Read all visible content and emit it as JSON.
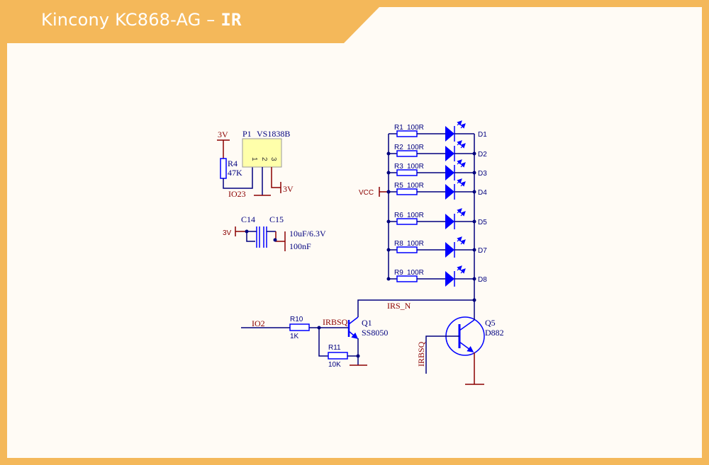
{
  "header": {
    "title_prefix": "Kincony KC868-AG – ",
    "title_bold": "IR"
  },
  "colors": {
    "frame": "#f4b85a",
    "background": "#fffbf5",
    "wire": "#00007f",
    "component": "#0000ff",
    "power": "#8b0000",
    "ic_fill": "#ffffaa"
  },
  "receiver": {
    "power_label": "3V",
    "resistor_ref": "R4",
    "resistor_value": "47K",
    "ic_ref": "P1",
    "ic_part": "VS1838B",
    "pins": [
      "1",
      "2",
      "3"
    ],
    "signal_net": "IO23",
    "pin3_power": "3V"
  },
  "caps": {
    "power_label": "3V",
    "c14_ref": "C14",
    "c15_ref": "C15",
    "c14_value": "10uF/6.3V",
    "c15_value": "100nF"
  },
  "led_array": {
    "vcc_label": "VCC",
    "rows": [
      {
        "res_ref": "R1",
        "res_value": "100R",
        "led_ref": "D1"
      },
      {
        "res_ref": "R2",
        "res_value": "100R",
        "led_ref": "D2"
      },
      {
        "res_ref": "R3",
        "res_value": "100R",
        "led_ref": "D3"
      },
      {
        "res_ref": "R5",
        "res_value": "100R",
        "led_ref": "D4"
      },
      {
        "res_ref": "R6",
        "res_value": "100R",
        "led_ref": "D5"
      },
      {
        "res_ref": "R8",
        "res_value": "100R",
        "led_ref": "D7"
      },
      {
        "res_ref": "R9",
        "res_value": "100R",
        "led_ref": "D8"
      }
    ]
  },
  "driver": {
    "input_net": "IO2",
    "r10_ref": "R10",
    "r10_value": "1K",
    "r11_ref": "R11",
    "r11_value": "10K",
    "q1_net": "IRBSQ",
    "q1_ref": "Q1",
    "q1_part": "SS8050",
    "collector_net": "IRS_N",
    "q5_ref": "Q5",
    "q5_part": "D882",
    "q5_base_net": "IRBSQ"
  }
}
